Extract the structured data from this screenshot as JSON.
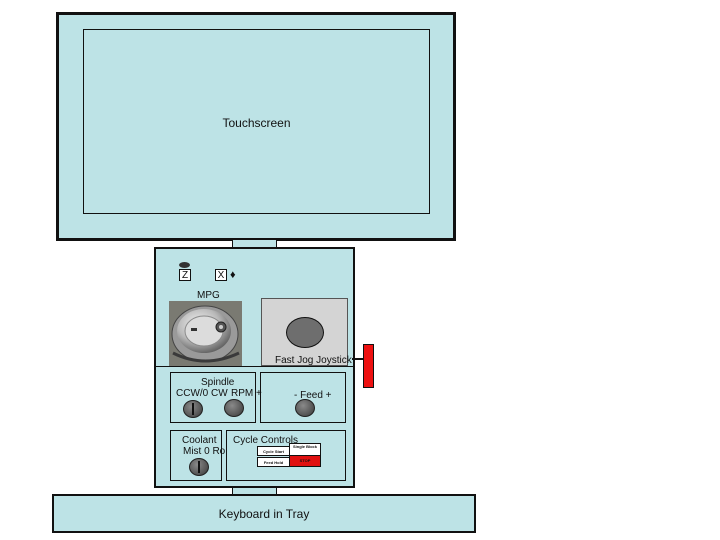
{
  "touchscreen": {
    "label": "Touchscreen"
  },
  "jog_axes": {
    "z_label": "Z",
    "x_label": "X"
  },
  "mpg": {
    "label": "MPG"
  },
  "joystick": {
    "label": "Fast Jog Joystick"
  },
  "spindle": {
    "title": "Spindle",
    "direction_label": "CCW/0 CW",
    "rpm_label": "RPM +"
  },
  "feed": {
    "label": "-  Feed +"
  },
  "coolant": {
    "title": "Coolant",
    "position_label": "Mist 0 Ro"
  },
  "cycle_controls": {
    "title": "Cycle Controls",
    "cycle_start_label": "Cycle Start",
    "feed_hold_label": "Feed Hold",
    "single_block_label": "Single Block",
    "stop_label": "STOP"
  },
  "keyboard": {
    "label": "Keyboard in Tray"
  },
  "colors": {
    "panel_fill": "#bde3e6",
    "stop_red": "#e01010",
    "lever_red": "#ee1111"
  }
}
